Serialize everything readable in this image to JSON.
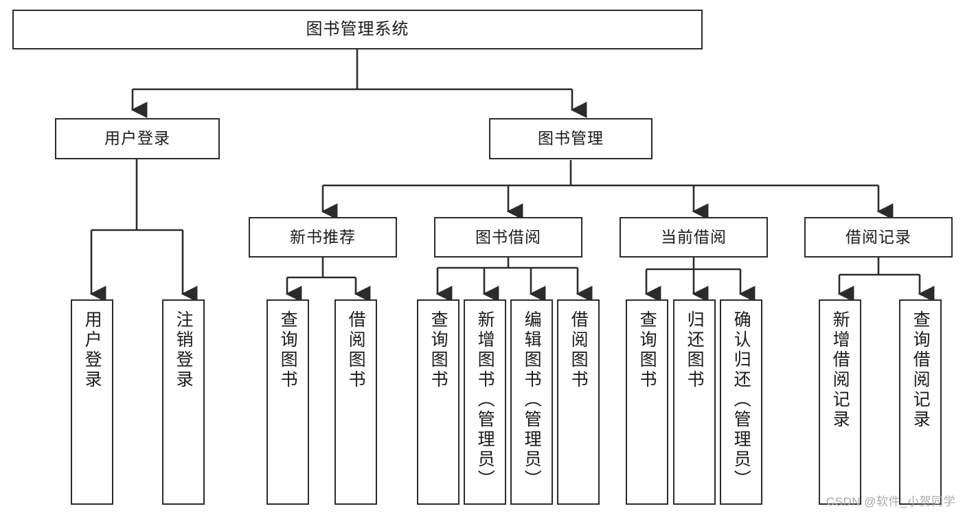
{
  "diagram": {
    "type": "tree",
    "orientation": "top-down",
    "title": "图书管理系统",
    "line_color": "#2b2b2b",
    "box_fill": "#ffffff",
    "text_color": "#1a1a1a"
  },
  "nodes": {
    "root": {
      "label": "图书管理系统",
      "level": 0
    },
    "level1": [
      {
        "id": "user-login",
        "label": "用户登录"
      },
      {
        "id": "book-manage",
        "label": "图书管理"
      }
    ],
    "level2": [
      {
        "id": "new-book-rec",
        "label": "新书推荐",
        "parent": "book-manage"
      },
      {
        "id": "book-borrow",
        "label": "图书借阅",
        "parent": "book-manage"
      },
      {
        "id": "current-borrow",
        "label": "当前借阅",
        "parent": "book-manage"
      },
      {
        "id": "borrow-record",
        "label": "借阅记录",
        "parent": "book-manage"
      }
    ],
    "leaves": [
      {
        "id": "leaf-user-login",
        "label": "用户登录",
        "parent": "user-login"
      },
      {
        "id": "leaf-user-logout",
        "label": "注销登录",
        "parent": "user-login"
      },
      {
        "id": "leaf-query-book-1",
        "label": "查询图书",
        "parent": "new-book-rec"
      },
      {
        "id": "leaf-borrow-book-1",
        "label": "借阅图书",
        "parent": "new-book-rec"
      },
      {
        "id": "leaf-query-book-2",
        "label": "查询图书",
        "parent": "book-borrow"
      },
      {
        "id": "leaf-add-book",
        "label": "新增图书（管理员）",
        "parent": "book-borrow"
      },
      {
        "id": "leaf-edit-book",
        "label": "编辑图书（管理员）",
        "parent": "book-borrow"
      },
      {
        "id": "leaf-borrow-book-2",
        "label": "借阅图书",
        "parent": "book-borrow"
      },
      {
        "id": "leaf-query-book-3",
        "label": "查询图书",
        "parent": "current-borrow"
      },
      {
        "id": "leaf-return-book",
        "label": "归还图书",
        "parent": "current-borrow"
      },
      {
        "id": "leaf-confirm-return",
        "label": "确认归还（管理员）",
        "parent": "current-borrow"
      },
      {
        "id": "leaf-add-record",
        "label": "新增借阅记录",
        "parent": "borrow-record"
      },
      {
        "id": "leaf-query-record",
        "label": "查询借阅记录",
        "parent": "borrow-record"
      }
    ]
  },
  "watermark": {
    "text": "CSDN @软件_小贺同学"
  }
}
